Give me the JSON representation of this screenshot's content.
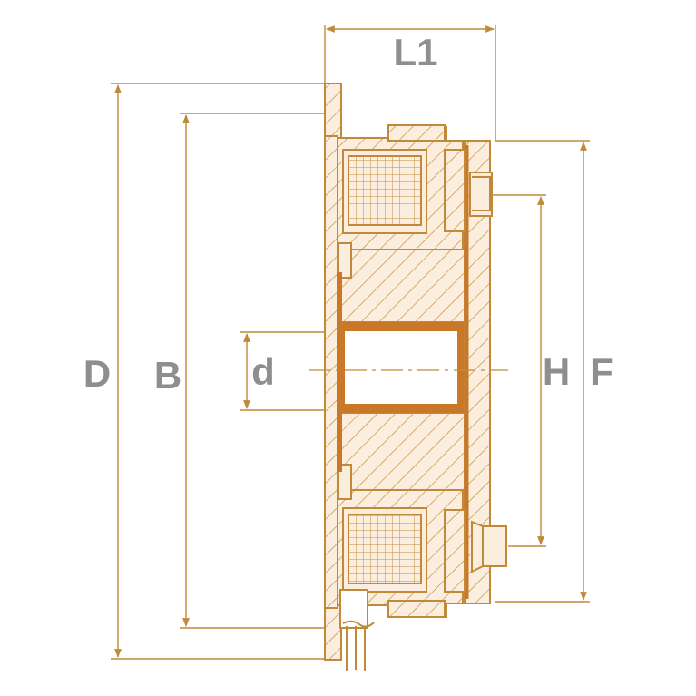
{
  "colors": {
    "line": "#c08a3a",
    "fill_light": "#fbeede",
    "fill_dark": "#c9782a",
    "label": "#8e8e8e",
    "background": "#ffffff"
  },
  "dimensions": {
    "L1": "L1",
    "D": "D",
    "B": "B",
    "d": "d",
    "H": "H",
    "F": "F"
  }
}
